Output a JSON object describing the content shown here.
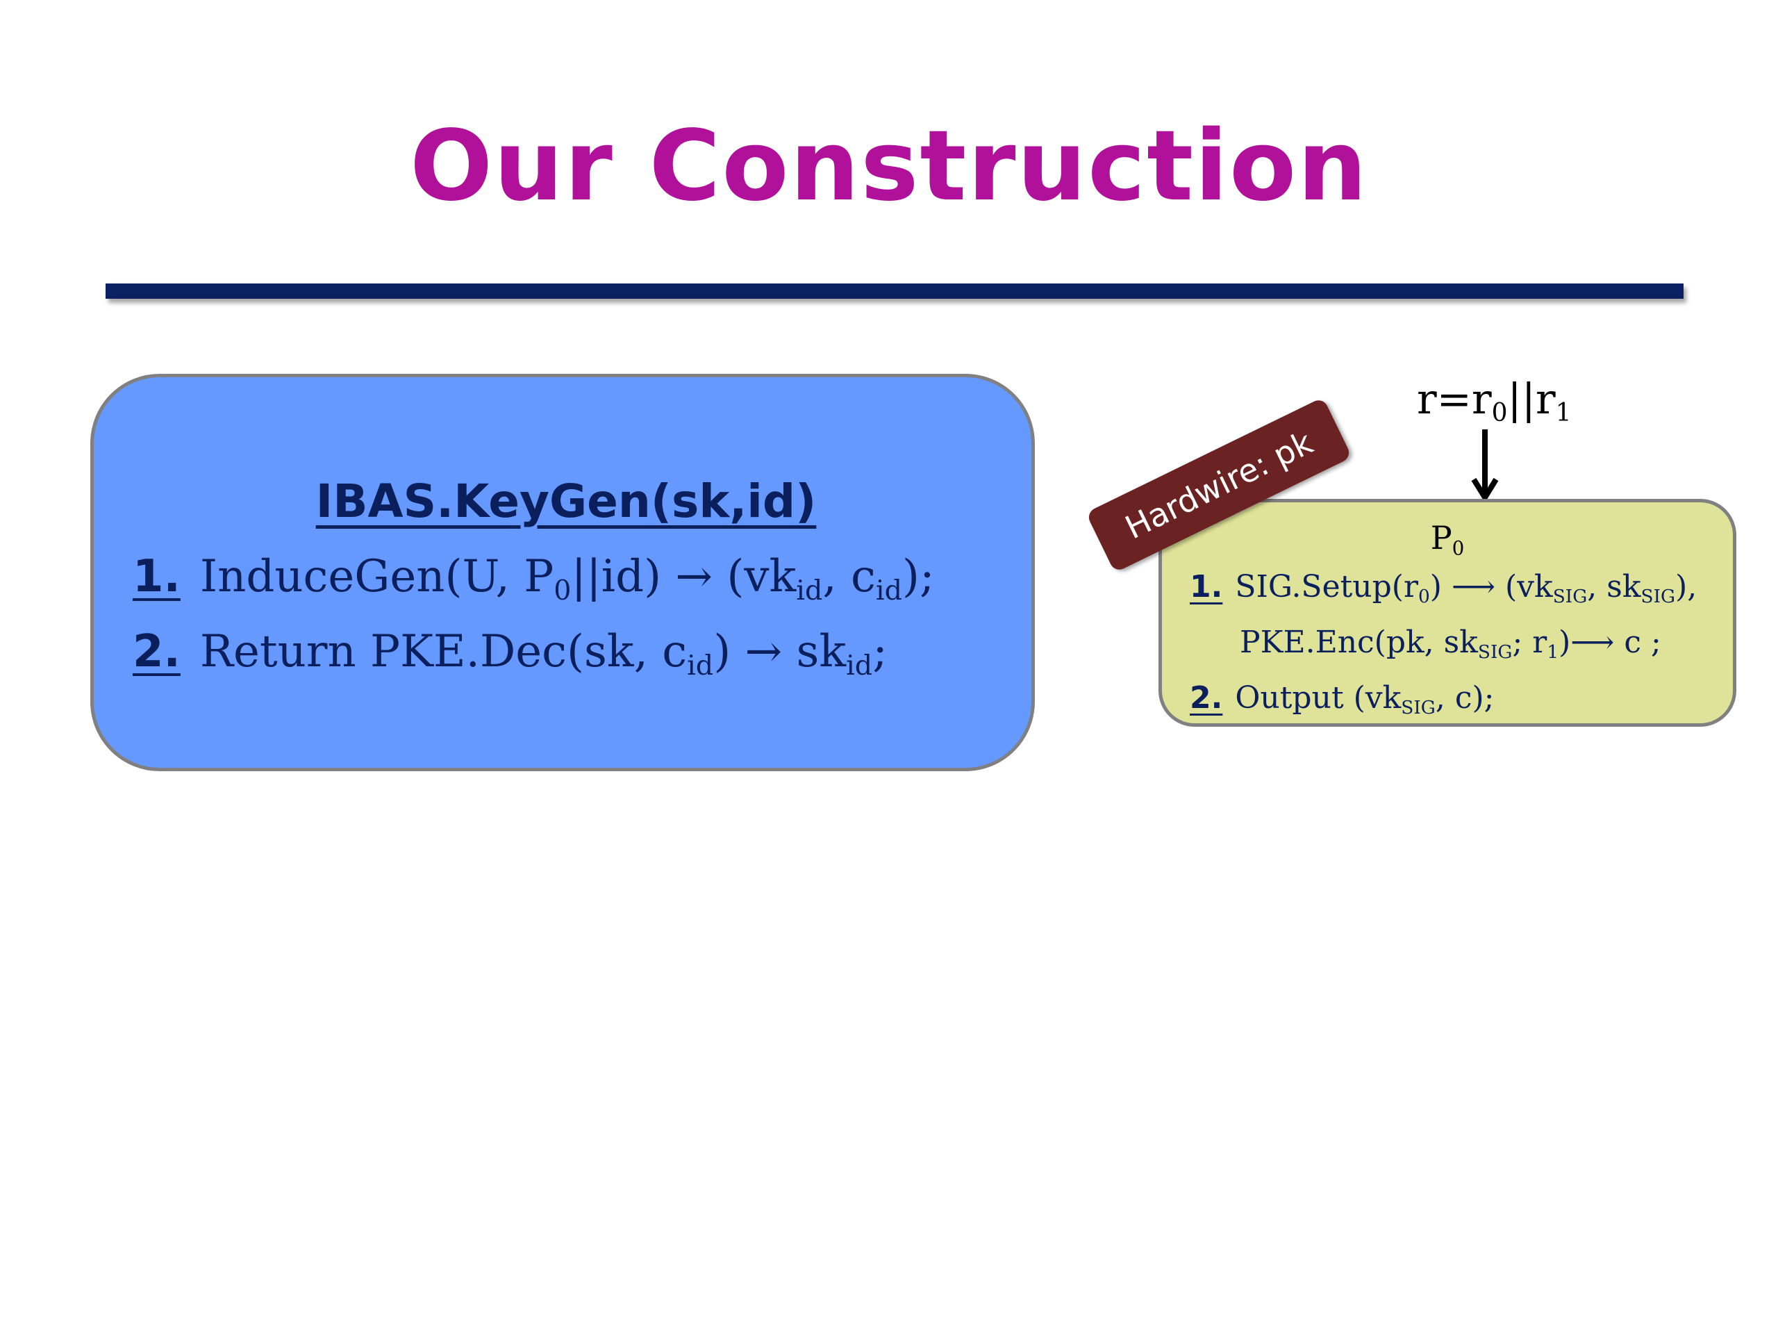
{
  "slide": {
    "title": "Our Construction",
    "title_color": "#b0109a",
    "rule_color": "#0b2060"
  },
  "keygen_box": {
    "heading": "IBAS.KeyGen(sk,id)",
    "fill_color": "#6699ff",
    "steps": [
      {
        "number": "1.",
        "text_a": "InduceGen(U, P",
        "sub_a": "0",
        "text_b": "||id) → (vk",
        "sub_b": "id",
        "text_c": ", c",
        "sub_c": "id",
        "text_d": ");"
      },
      {
        "number": "2.",
        "text_a": "Return PKE.Dec(sk, c",
        "sub_a": "id",
        "text_b": ") → sk",
        "sub_b": "id",
        "text_c": ";"
      }
    ]
  },
  "p0_program": {
    "input_label": {
      "a": "r=r",
      "sub_a": "0",
      "b": "||r",
      "sub_b": "1"
    },
    "title": "P",
    "title_sub": "0",
    "fill_color": "#dfe39a",
    "hardwire_tag": "Hardwire: pk",
    "hardwire_color": "#6b2222",
    "lines": [
      {
        "number": "1.",
        "a": "SIG.Setup(r",
        "sub_a": "0",
        "b": ") ⟶ (vk",
        "sub_b": "SIG",
        "c": ", sk",
        "sub_c": "SIG",
        "d": "),"
      },
      {
        "a": "PKE.Enc(pk, sk",
        "sub_a": "SIG",
        "b": "; r",
        "sub_b": "1",
        "c": ")⟶ c ;"
      },
      {
        "number": "2.",
        "a": "Output (vk",
        "sub_a": "SIG",
        "b": ", c);"
      }
    ]
  }
}
